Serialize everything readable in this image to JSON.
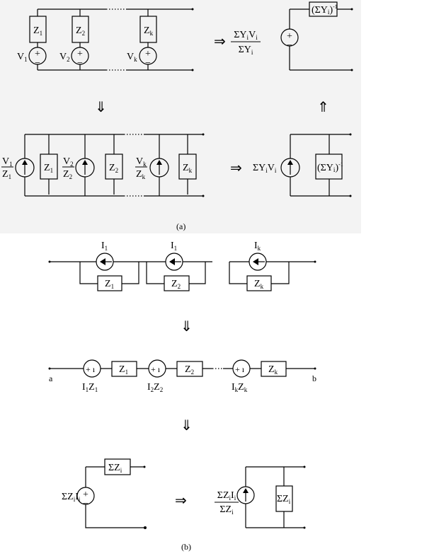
{
  "panel_a": {
    "caption": "(a)",
    "row1": {
      "impedances": [
        {
          "main": "Z",
          "sub": "1"
        },
        {
          "main": "Z",
          "sub": "2"
        },
        {
          "main": "Z",
          "sub": "k"
        }
      ],
      "sources": [
        {
          "main": "V",
          "sub": "1",
          "sign_plus": "+",
          "sign_minus": "−"
        },
        {
          "main": "V",
          "sub": "2",
          "sign_plus": "+",
          "sign_minus": "−"
        },
        {
          "main": "V",
          "sub": "k",
          "sign_plus": "+",
          "sign_minus": "−"
        }
      ],
      "arrow": "⇒",
      "equiv_num": {
        "a": "ΣY",
        "b": "i",
        "c": "V",
        "d": "i"
      },
      "equiv_den": {
        "a": "ΣY",
        "b": "i"
      },
      "equiv_box": {
        "main": "(ΣY",
        "sub": "i",
        "close": ")",
        "sup": "-1"
      },
      "equiv_plus": "+",
      "equiv_minus": "−"
    },
    "down_arrow": "⇓",
    "up_arrow": "⇑",
    "row2": {
      "sources": [
        {
          "num": "V",
          "num_sub": "1",
          "den": "Z",
          "den_sub": "1"
        },
        {
          "num": "V",
          "num_sub": "2",
          "den": "Z",
          "den_sub": "2"
        },
        {
          "num": "V",
          "num_sub": "k",
          "den": "Z",
          "den_sub": "k"
        }
      ],
      "impedances": [
        {
          "main": "Z",
          "sub": "1"
        },
        {
          "main": "Z",
          "sub": "2"
        },
        {
          "main": "Z",
          "sub": "k"
        }
      ],
      "arrow": "⇒",
      "equiv_source": {
        "a": "ΣY",
        "b": "i",
        "c": "V",
        "d": "i"
      },
      "equiv_box": {
        "main": "(ΣY",
        "sub": "i",
        "close": ")",
        "sup": "-1"
      }
    }
  },
  "panel_b": {
    "caption": "(b)",
    "row1": {
      "sources": [
        {
          "main": "I",
          "sub": "1"
        },
        {
          "main": "I",
          "sub": "1"
        },
        {
          "main": "I",
          "sub": "k"
        }
      ],
      "impedances": [
        {
          "main": "Z",
          "sub": "1"
        },
        {
          "main": "Z",
          "sub": "2"
        },
        {
          "main": "Z",
          "sub": "k"
        }
      ]
    },
    "down_arrow_1": "⇓",
    "row2": {
      "terminal_a": "a",
      "terminal_b": "b",
      "source_sign": "+ ı",
      "sources": [
        {
          "a": "I",
          "b": "1",
          "c": "Z",
          "d": "1"
        },
        {
          "a": "I",
          "b": "2",
          "c": "Z",
          "d": "2"
        },
        {
          "a": "I",
          "b": "k",
          "c": "Z",
          "d": "k"
        }
      ],
      "impedances": [
        {
          "main": "Z",
          "sub": "1"
        },
        {
          "main": "Z",
          "sub": "2"
        },
        {
          "main": "Z",
          "sub": "k"
        }
      ]
    },
    "down_arrow_2": "⇓",
    "row3": {
      "source_label": {
        "a": "ΣZ",
        "b": "i",
        "c": "I",
        "d": "i"
      },
      "sign_plus": "+",
      "sign_minus": "−",
      "series_box": {
        "main": "ΣZ",
        "sub": "i"
      },
      "arrow": "⇒",
      "frac_num": {
        "a": "ΣZ",
        "b": "i",
        "c": "I",
        "d": "i"
      },
      "frac_den": {
        "a": "ΣZ",
        "b": "i"
      },
      "shunt_box": {
        "main": "ΣZ",
        "sub": "i"
      }
    }
  }
}
